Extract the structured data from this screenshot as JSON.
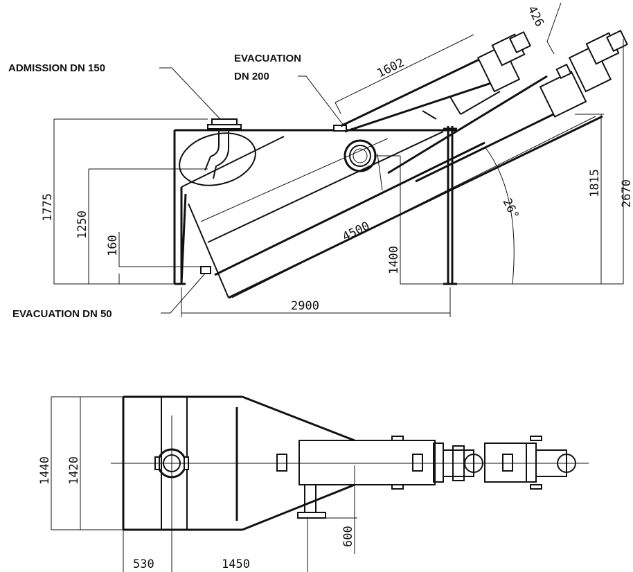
{
  "callouts": {
    "admission": "ADMISSION DN 150",
    "evacuation_200_line1": "EVACUATION",
    "evacuation_200_line2": "DN 200",
    "evacuation_50": "EVACUATION DN 50"
  },
  "side_view_dimensions": {
    "d1775": "1775",
    "d1250": "1250",
    "d160": "160",
    "d4500": "4500",
    "d1400": "1400",
    "d2900": "2900",
    "d1602": "1602",
    "d426": "426",
    "d1815": "1815",
    "d2670": "2670",
    "angle": "26°"
  },
  "top_view_dimensions": {
    "d1440": "1440",
    "d1420": "1420",
    "d530": "530",
    "d1450": "1450",
    "d600": "600"
  }
}
